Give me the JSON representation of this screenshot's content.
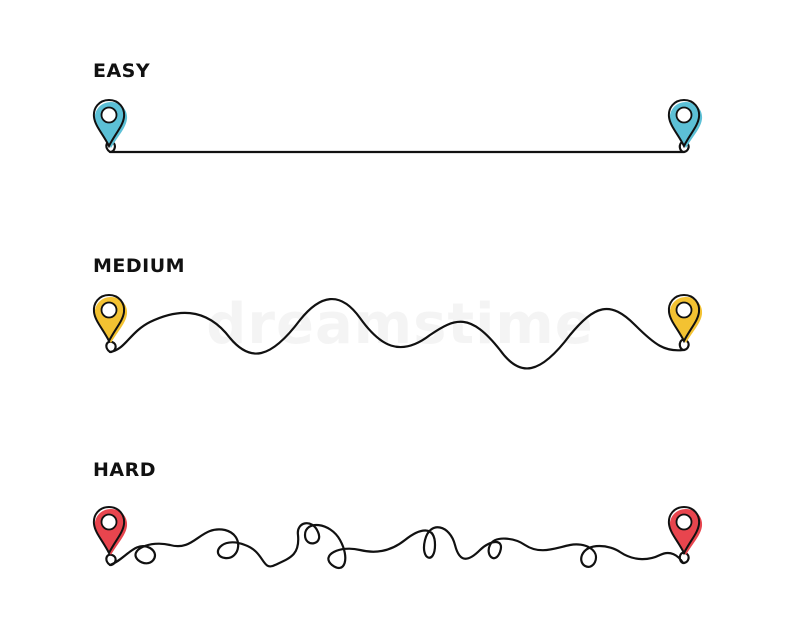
{
  "routes": [
    {
      "label": "EASY",
      "difficulty": "easy",
      "pin_color": "#5cc0d6"
    },
    {
      "label": "MEDIUM",
      "difficulty": "medium",
      "pin_color": "#f3c232"
    },
    {
      "label": "HARD",
      "difficulty": "hard",
      "pin_color": "#e8454e"
    }
  ],
  "watermark": "dreamstime",
  "colors": {
    "line": "#111111",
    "background": "#ffffff"
  }
}
